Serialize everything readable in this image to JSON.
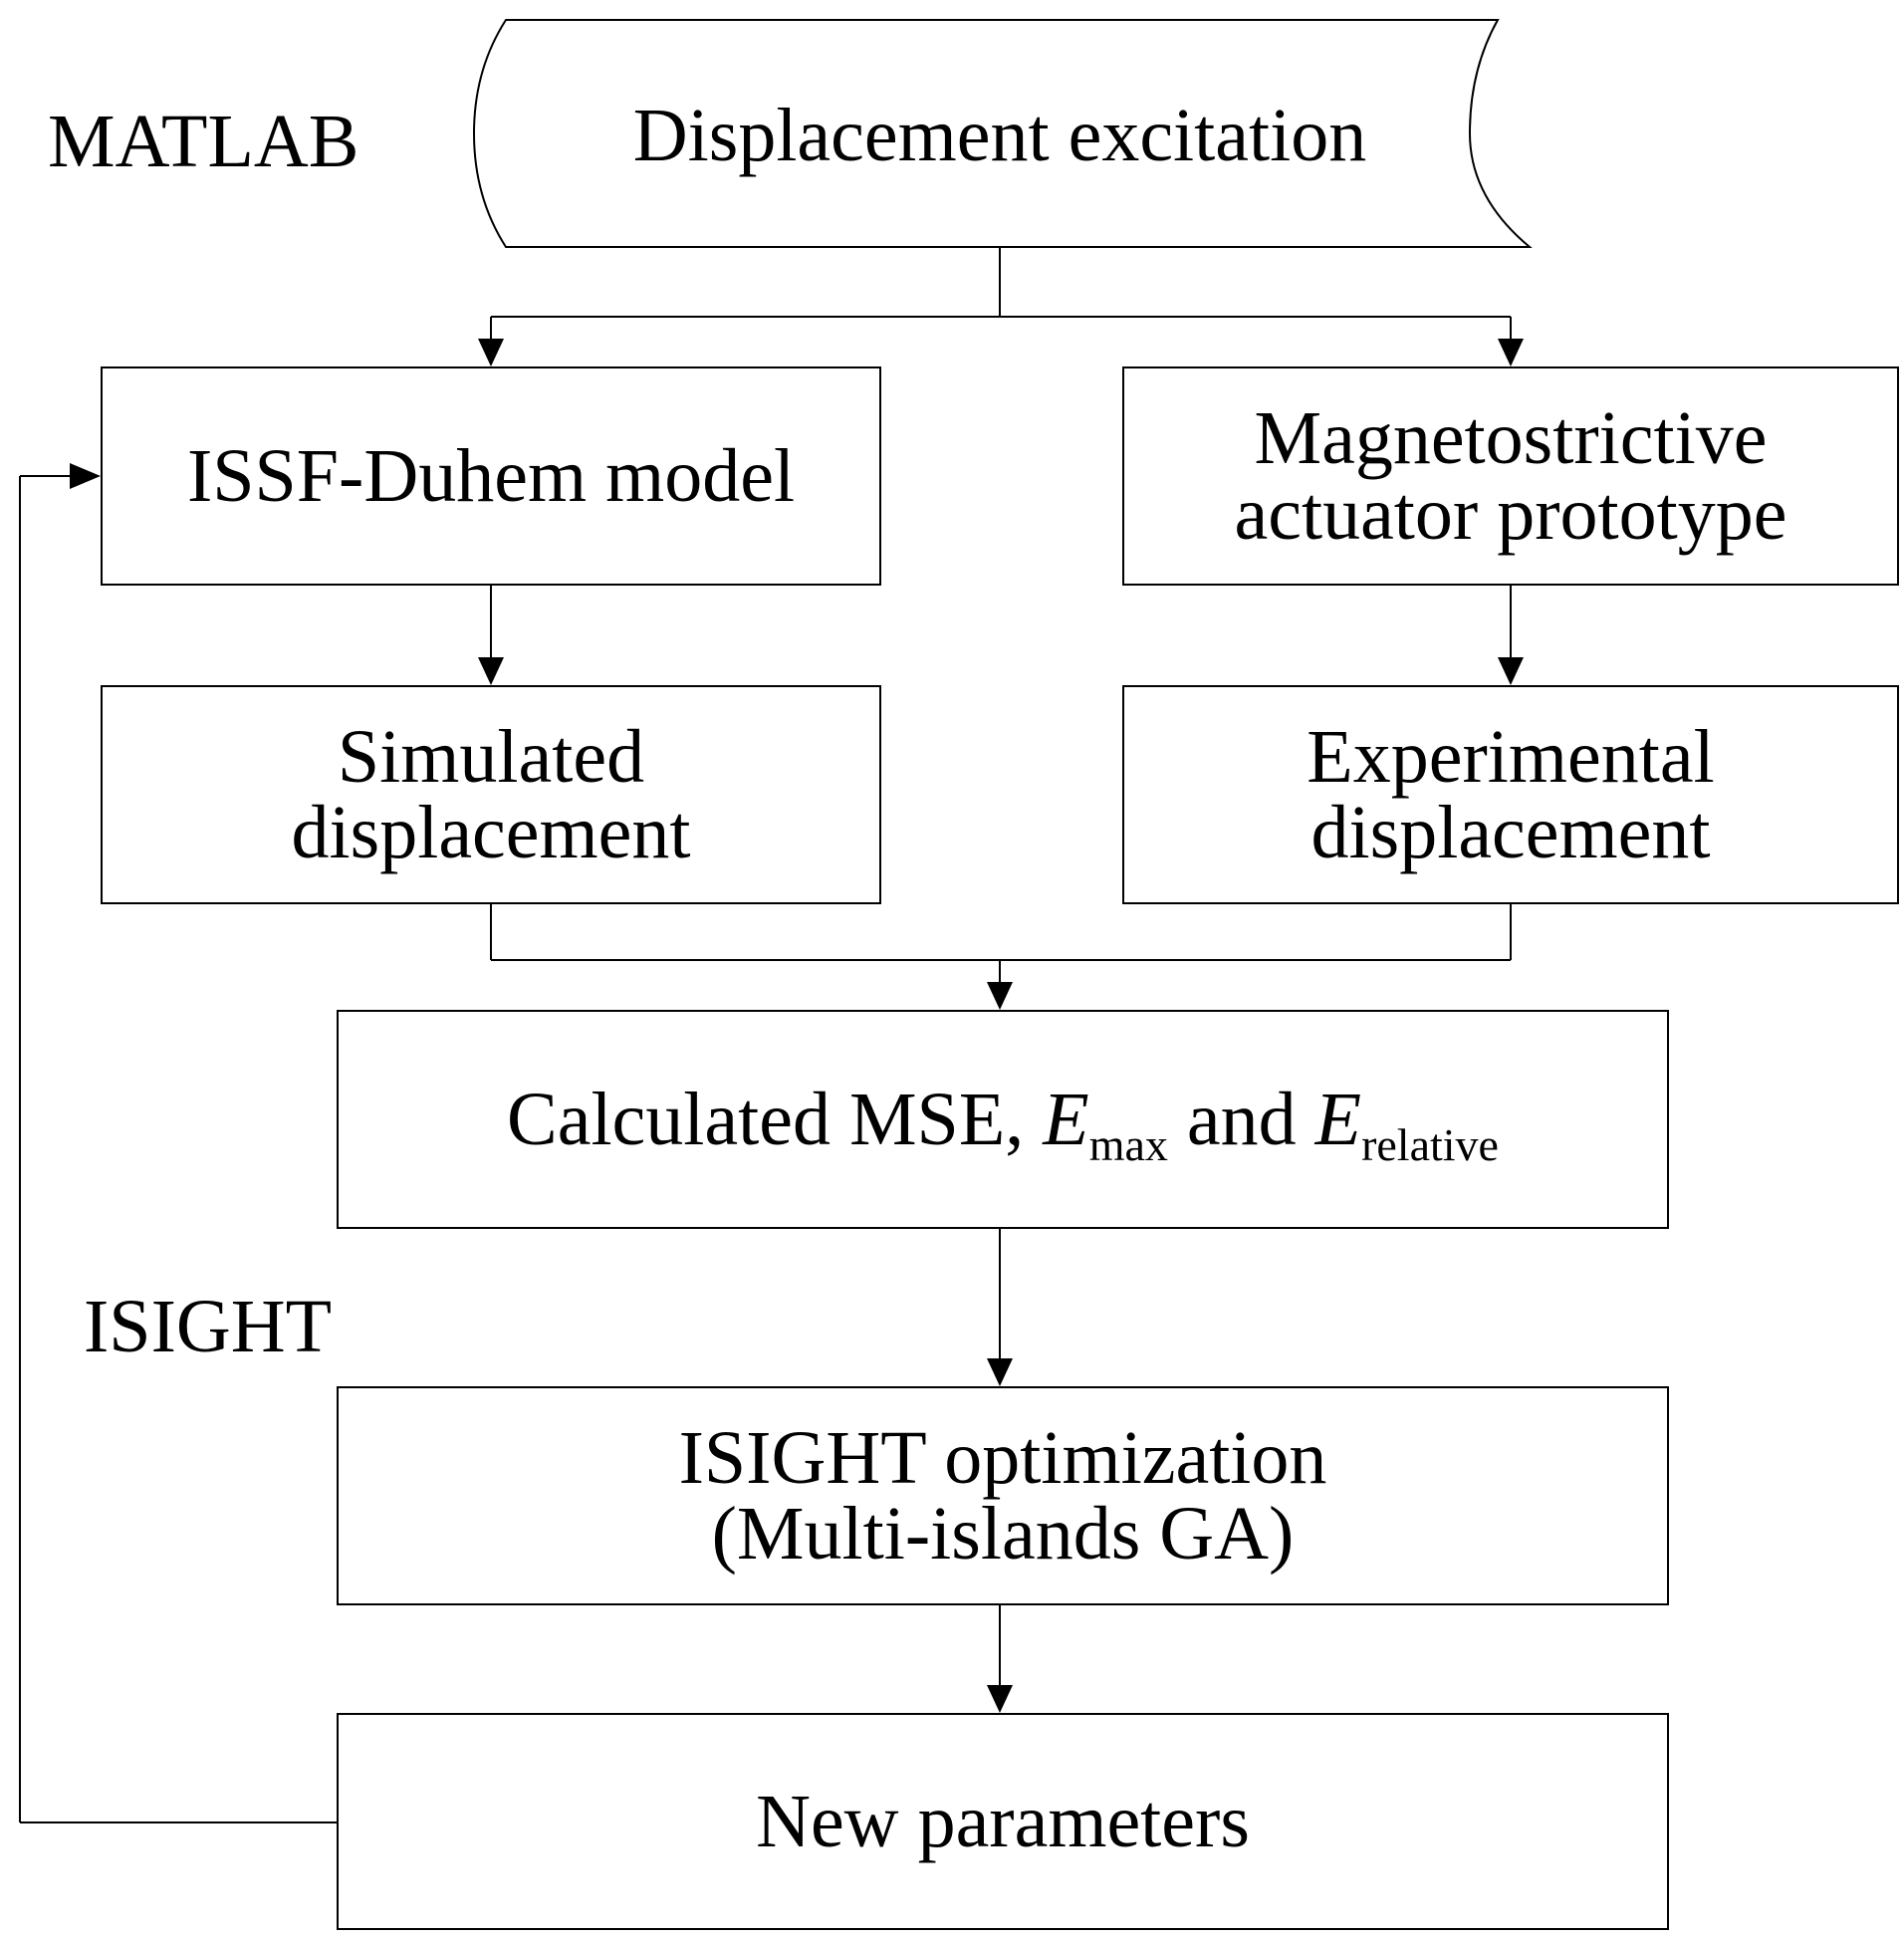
{
  "labels": {
    "matlab": "MATLAB",
    "isight": "ISIGHT"
  },
  "nodes": {
    "excitation": "Displacement excitation",
    "model": "ISSF-Duhem model",
    "prototype": [
      "Magnetostrictive",
      "actuator prototype"
    ],
    "simulated": [
      "Simulated",
      "displacement"
    ],
    "experimental": [
      "Experimental",
      "displacement"
    ],
    "calculated": {
      "prefix": "Calculated MSE, ",
      "e1": "E",
      "sub1": "max",
      "mid": " and ",
      "e2": "E",
      "sub2": "relative"
    },
    "optimization": [
      "ISIGHT optimization",
      "(Multi-islands GA)"
    ],
    "new_params": "New parameters"
  }
}
